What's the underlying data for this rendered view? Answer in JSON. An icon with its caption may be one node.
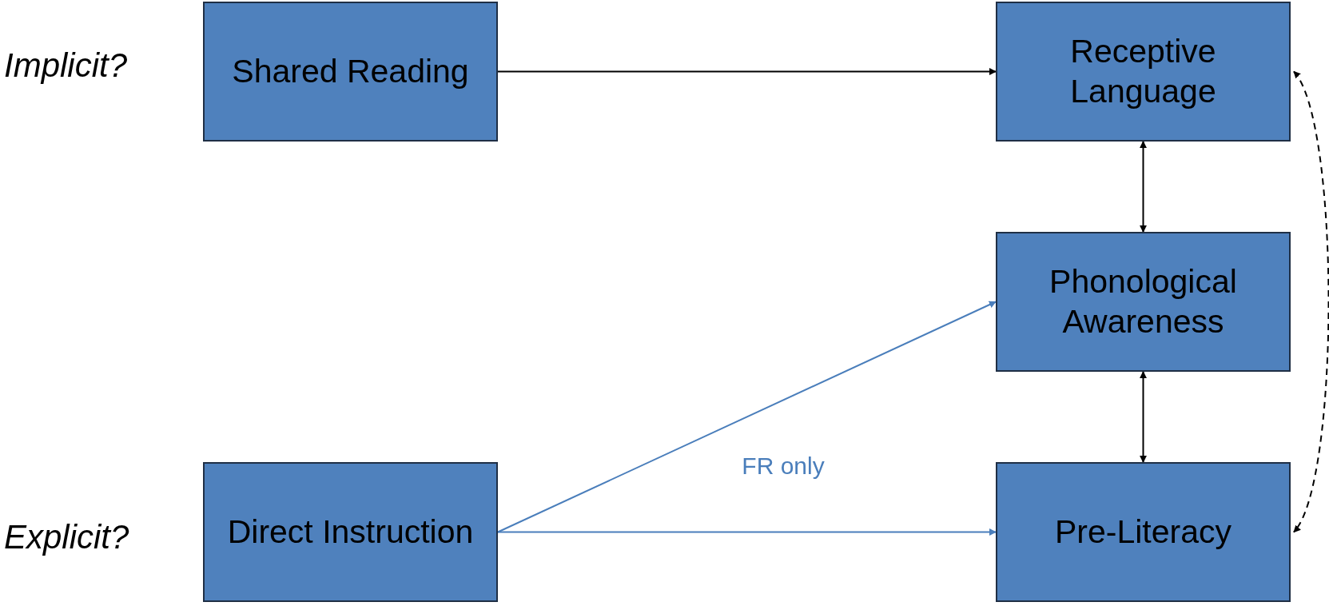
{
  "diagram": {
    "nodes": [
      {
        "text": [
          "Shared Reading"
        ]
      },
      {
        "text": [
          "Receptive Language"
        ]
      },
      {
        "text": [
          "Phonological Awareness"
        ]
      },
      {
        "text": [
          "Direct Instruction"
        ]
      },
      {
        "text": [
          "Pre-Literacy"
        ]
      }
    ],
    "edges": [
      {
        "from": 0,
        "to": 1,
        "arrow": "to"
      },
      {
        "from": 1,
        "to": 2,
        "arrow": "both"
      },
      {
        "from": 2,
        "to": 4,
        "arrow": "both"
      },
      {
        "from": 3,
        "to": 2,
        "arrow": "to",
        "label": "FR only",
        "color": "#4a7ebb"
      },
      {
        "from": 3,
        "to": 4,
        "arrow": "to",
        "color": "#4a7ebb"
      },
      {
        "from": 1,
        "to": 4,
        "arrow": "both",
        "style": "dashed"
      }
    ],
    "labels": [
      "Implicit?",
      "Explicit?"
    ]
  }
}
